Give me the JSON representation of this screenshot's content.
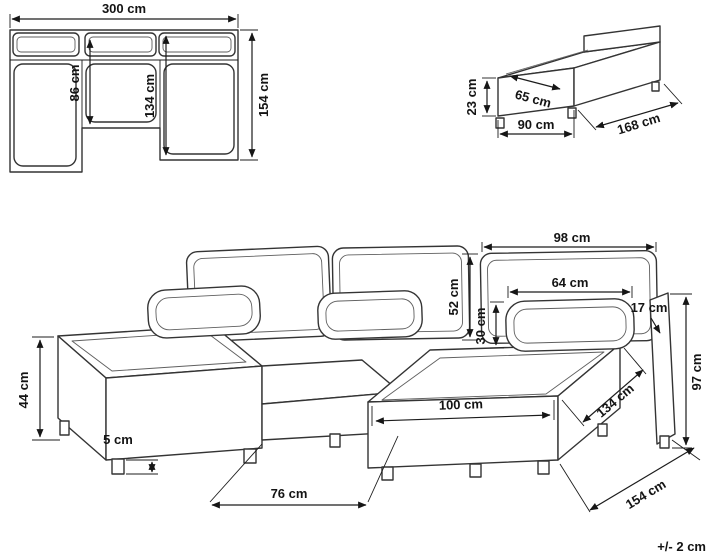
{
  "tolerance_note": "+/- 2 cm",
  "views": {
    "top": {
      "width_total": "300 cm",
      "seat_depth": "86 cm",
      "inner_depth": "134 cm",
      "total_depth": "154 cm"
    },
    "module": {
      "seat_height": "23 cm",
      "top_depth": "65 cm",
      "width": "90 cm",
      "length": "168 cm"
    },
    "perspective": {
      "backrest_width": "98 cm",
      "backrest_height": "52 cm",
      "pillow_width": "64 cm",
      "pillow_height": "30 cm",
      "armrest_width": "17 cm",
      "total_height": "97 cm",
      "seat_height": "44 cm",
      "leg_height": "5 cm",
      "chaise_width": "100 cm",
      "chaise_length": "134 cm",
      "middle_seat_width": "76 cm",
      "total_depth": "154 cm"
    }
  }
}
